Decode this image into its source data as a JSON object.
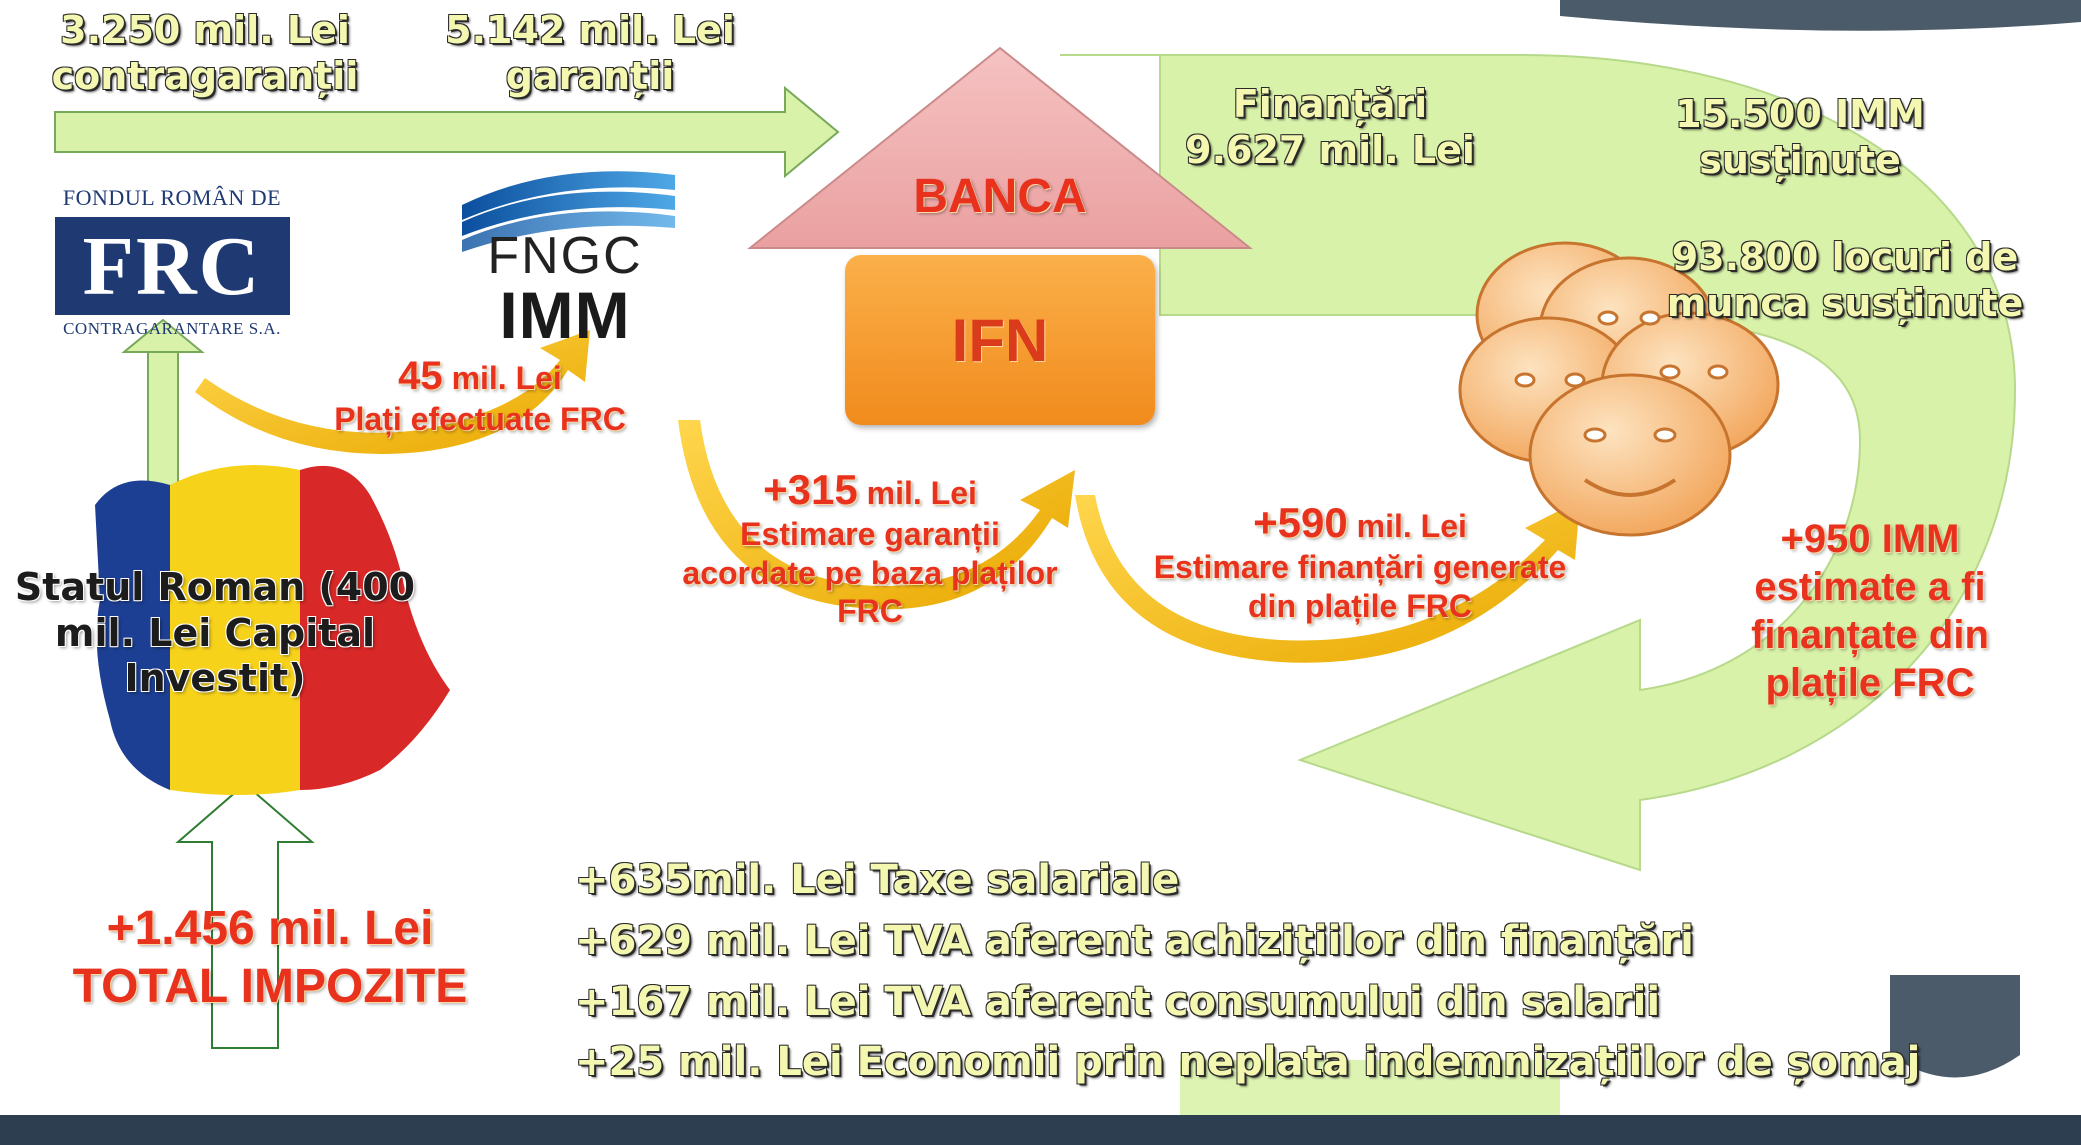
{
  "top": {
    "contragarantii": {
      "line1": "3.250 mil. Lei",
      "line2": "contragaranții"
    },
    "garantii": {
      "line1": "5.142 mil. Lei",
      "line2": "garanții"
    }
  },
  "logos": {
    "frc": {
      "top": "FONDUL ROMÂN DE",
      "mark": "FRC",
      "bottom": "CONTRAGARANTARE S.A."
    },
    "fngc": {
      "line1": "FNGC",
      "line2": "IMM"
    }
  },
  "banca_label": "BANCA",
  "ifn_label": "IFN",
  "finantari": {
    "line1": "Finanțări",
    "line2": "9.627 mil. Lei"
  },
  "imm_sustinute": {
    "line1": "15.500 IMM",
    "line2": "susținute"
  },
  "locuri_munca": {
    "line1": "93.800 locuri de",
    "line2": "munca susținute"
  },
  "plati_frc": {
    "amount": "45",
    "unit": "mil. Lei",
    "line2": "Plați efectuate FRC"
  },
  "estimare_garantii": {
    "amount": "+315",
    "unit": "mil. Lei",
    "line2": "Estimare garanții",
    "line3": "acordate pe baza plaților",
    "line4": "FRC"
  },
  "estimare_finantari": {
    "amount": "+590",
    "unit": "mil. Lei",
    "line2": "Estimare finanțări generate",
    "line3": "din plațile FRC"
  },
  "imm_estimate": {
    "line1": "+950 IMM",
    "line2": "estimate a fi",
    "line3": "finanțate din",
    "line4": "plațile FRC"
  },
  "statul": {
    "line1": "Statul Roman (400",
    "line2": "mil. Lei Capital",
    "line3": "Investit)"
  },
  "total": {
    "line1": "+1.456 mil. Lei",
    "line2": "TOTAL IMPOZITE"
  },
  "taxes": [
    "+635mil. Lei Taxe salariale",
    "+629 mil. Lei TVA aferent  achizițiilor din finanțări",
    "+167 mil. Lei TVA  aferent consumului din salarii",
    "+25 mil. Lei Economii prin neplata indemnizațiilor de șomaj"
  ],
  "colors": {
    "cycle_green": "#d8f0a8",
    "arrow_gold": "#f2b705",
    "banca_pink": "#f3b3b3",
    "ifn_orange": "#f39a2b",
    "label_red": "#e8321e",
    "face_orange": "#f7b36b"
  }
}
